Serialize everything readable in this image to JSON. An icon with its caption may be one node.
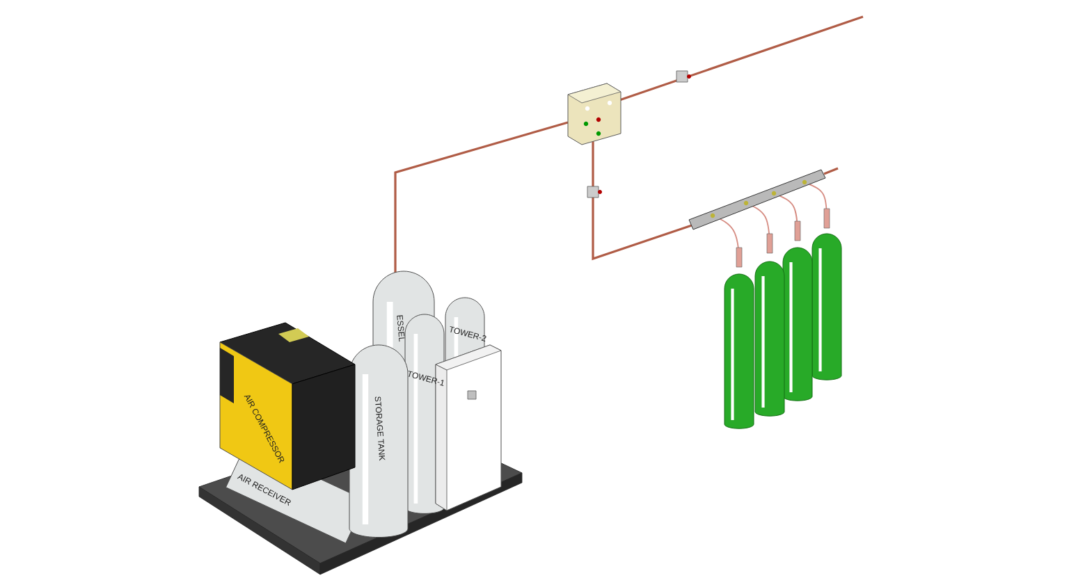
{
  "diagram": {
    "labels": [
      "ESSEL",
      "TOWER-2",
      "TOWER-1",
      "STORAGE TANK",
      "AIR COMPRESSOR",
      "AIR RECEIVER"
    ]
  }
}
